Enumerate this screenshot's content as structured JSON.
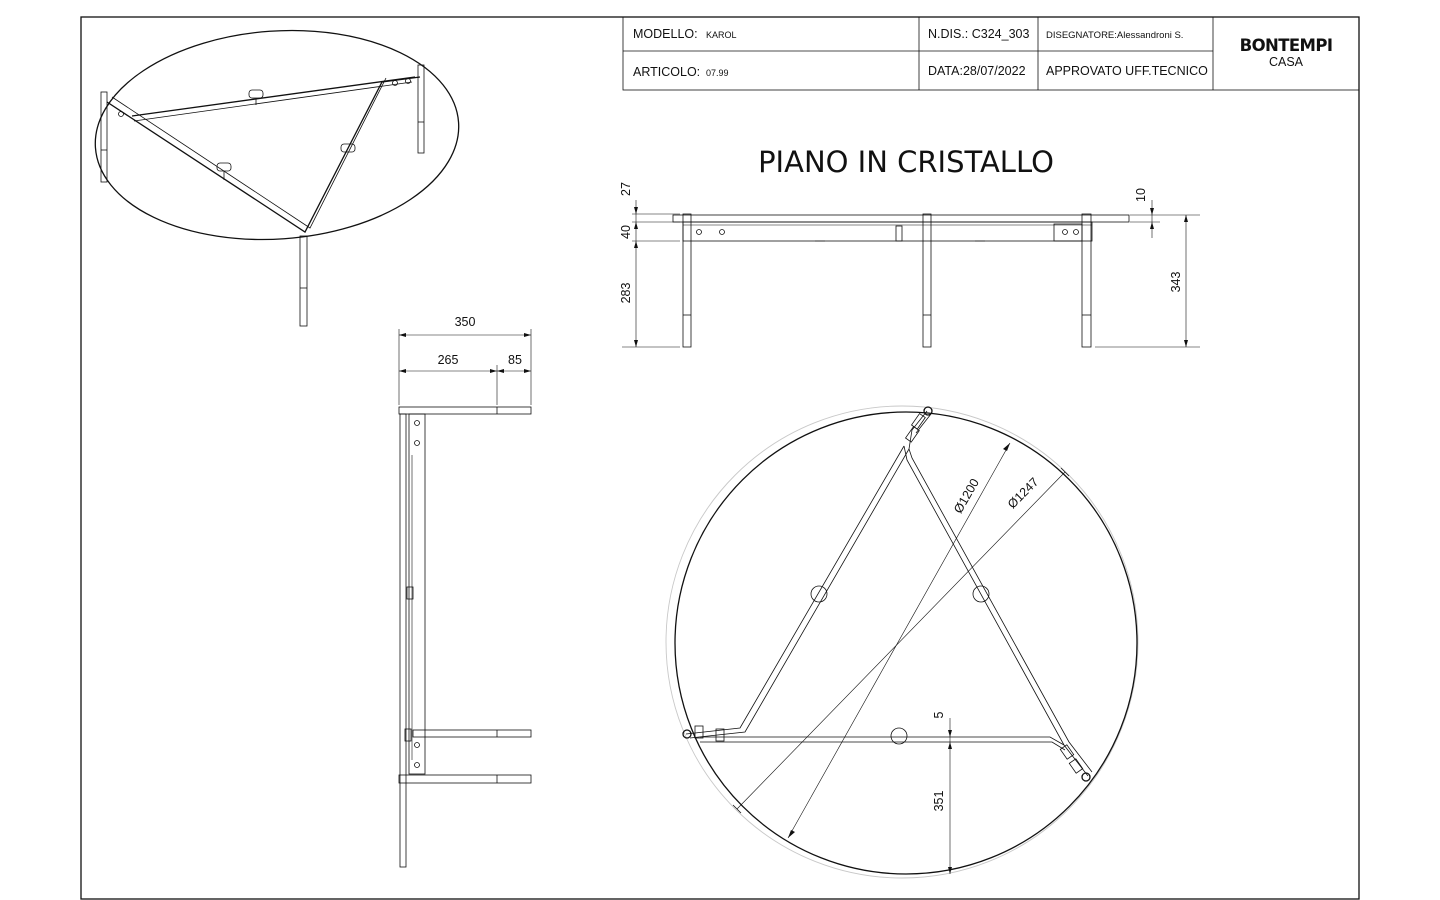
{
  "title_block": {
    "modello_label": "MODELLO:",
    "modello_value": "KAROL",
    "articolo_label": "ARTICOLO:",
    "articolo_value": "07.99",
    "ndis": "N.DIS.: C324_303",
    "data": "DATA:28/07/2022",
    "disegnatore": "DISEGNATORE:Alessandroni S.",
    "approvato": "APPROVATO UFF.TECNICO",
    "logo_main": "BONTEMPI",
    "logo_sub": "CASA"
  },
  "drawing_title": "PIANO IN CRISTALLO",
  "dimensions": {
    "front_27": "27",
    "front_40": "40",
    "front_283": "283",
    "front_10": "10",
    "front_343": "343",
    "side_350": "350",
    "side_265": "265",
    "side_85": "85",
    "plan_d1200": "Ø1200",
    "plan_d1247": "Ø1247",
    "plan_5": "5",
    "plan_351": "351"
  },
  "colors": {
    "line": "#111111",
    "faint": "#c8c8c8",
    "background": "#ffffff"
  }
}
